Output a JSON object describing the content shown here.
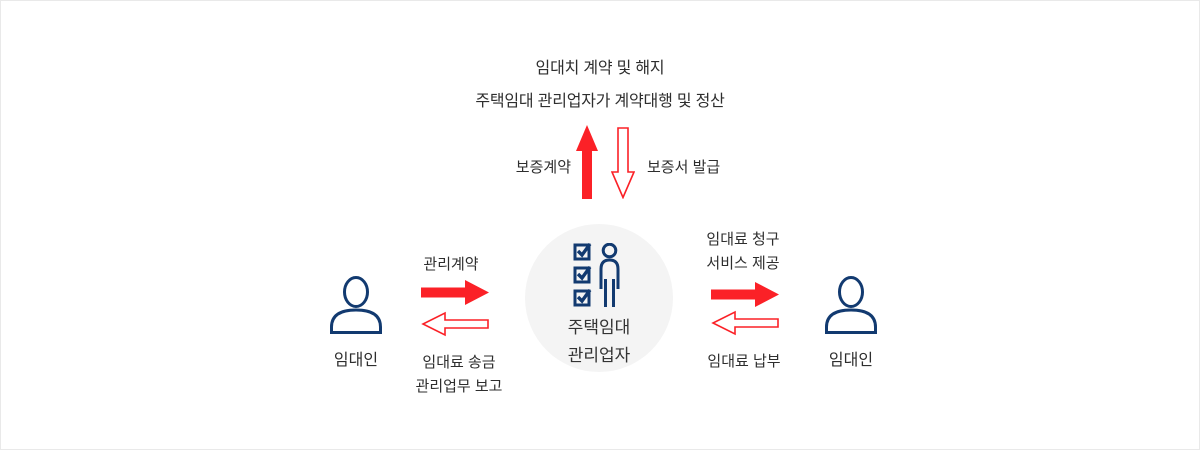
{
  "colors": {
    "arrow_red": "#fb2127",
    "icon_navy": "#123a70",
    "text_dark": "#2e2e2e",
    "circle_bg": "#f4f4f4",
    "border": "#e9e9e9"
  },
  "diagram": {
    "header": {
      "line1": "임대치 계약 및 해지",
      "line2": "주택임대 관리업자가 계약대행 및 정산"
    },
    "guarantee": {
      "up_label": "보증계약",
      "down_label": "보증서 발급"
    },
    "manager": {
      "name_line1": "주택임대",
      "name_line2": "관리업자"
    },
    "landlord_left": {
      "label": "임대인"
    },
    "landlord_right": {
      "label": "임대인"
    },
    "left_flows": {
      "forward": "관리계약",
      "back_line1": "임대료 송금",
      "back_line2": "관리업무 보고"
    },
    "right_flows": {
      "forward_line1": "임대료 청구",
      "forward_line2": "서비스 제공",
      "back": "임대료 납부"
    }
  }
}
